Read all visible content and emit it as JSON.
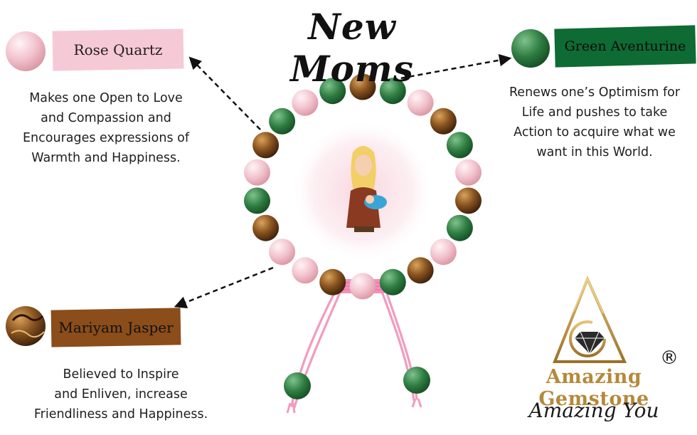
{
  "title": "New Moms",
  "stones": {
    "rose_quartz": {
      "name": "Rose Quartz",
      "description_lines": [
        "Makes one Open to Love",
        "and Compassion and",
        "Encourages expressions of",
        "Warmth and Happiness."
      ]
    },
    "green_aventurine": {
      "name": "Green Aventurine",
      "description_lines": [
        "Renews one’s Optimism for",
        "Life and pushes to take",
        "Action to acquire what we",
        "want in this World."
      ]
    },
    "mariyam_jasper": {
      "name": "Mariyam Jasper",
      "description_lines": [
        "Believed to Inspire",
        "and Enliven, increase",
        "Friendliness and Happiness."
      ]
    }
  },
  "brand": {
    "name": "Amazing Gemstone",
    "tagline": "Amazing You",
    "registered_mark": "®"
  },
  "colors": {
    "rose_label": "#f6c9d6",
    "green_label": "#0e6b33",
    "jasper_label": "#8b4d1a",
    "brand_gold": "#b5893a",
    "cord_pink": "#f29bbf"
  }
}
